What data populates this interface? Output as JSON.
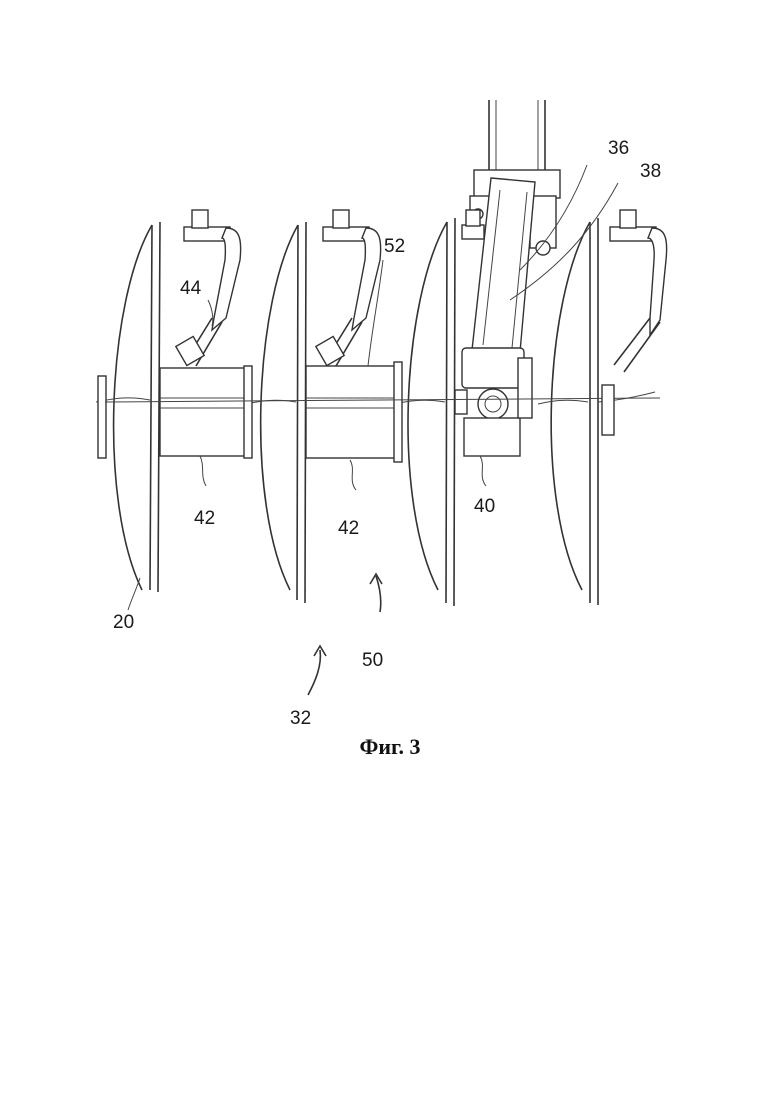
{
  "figure": {
    "caption": "Фиг. 3",
    "labels": {
      "l20": "20",
      "l32": "32",
      "l36": "36",
      "l38": "38",
      "l40": "40",
      "l42a": "42",
      "l42b": "42",
      "l44": "44",
      "l50": "50",
      "l52": "52"
    }
  }
}
